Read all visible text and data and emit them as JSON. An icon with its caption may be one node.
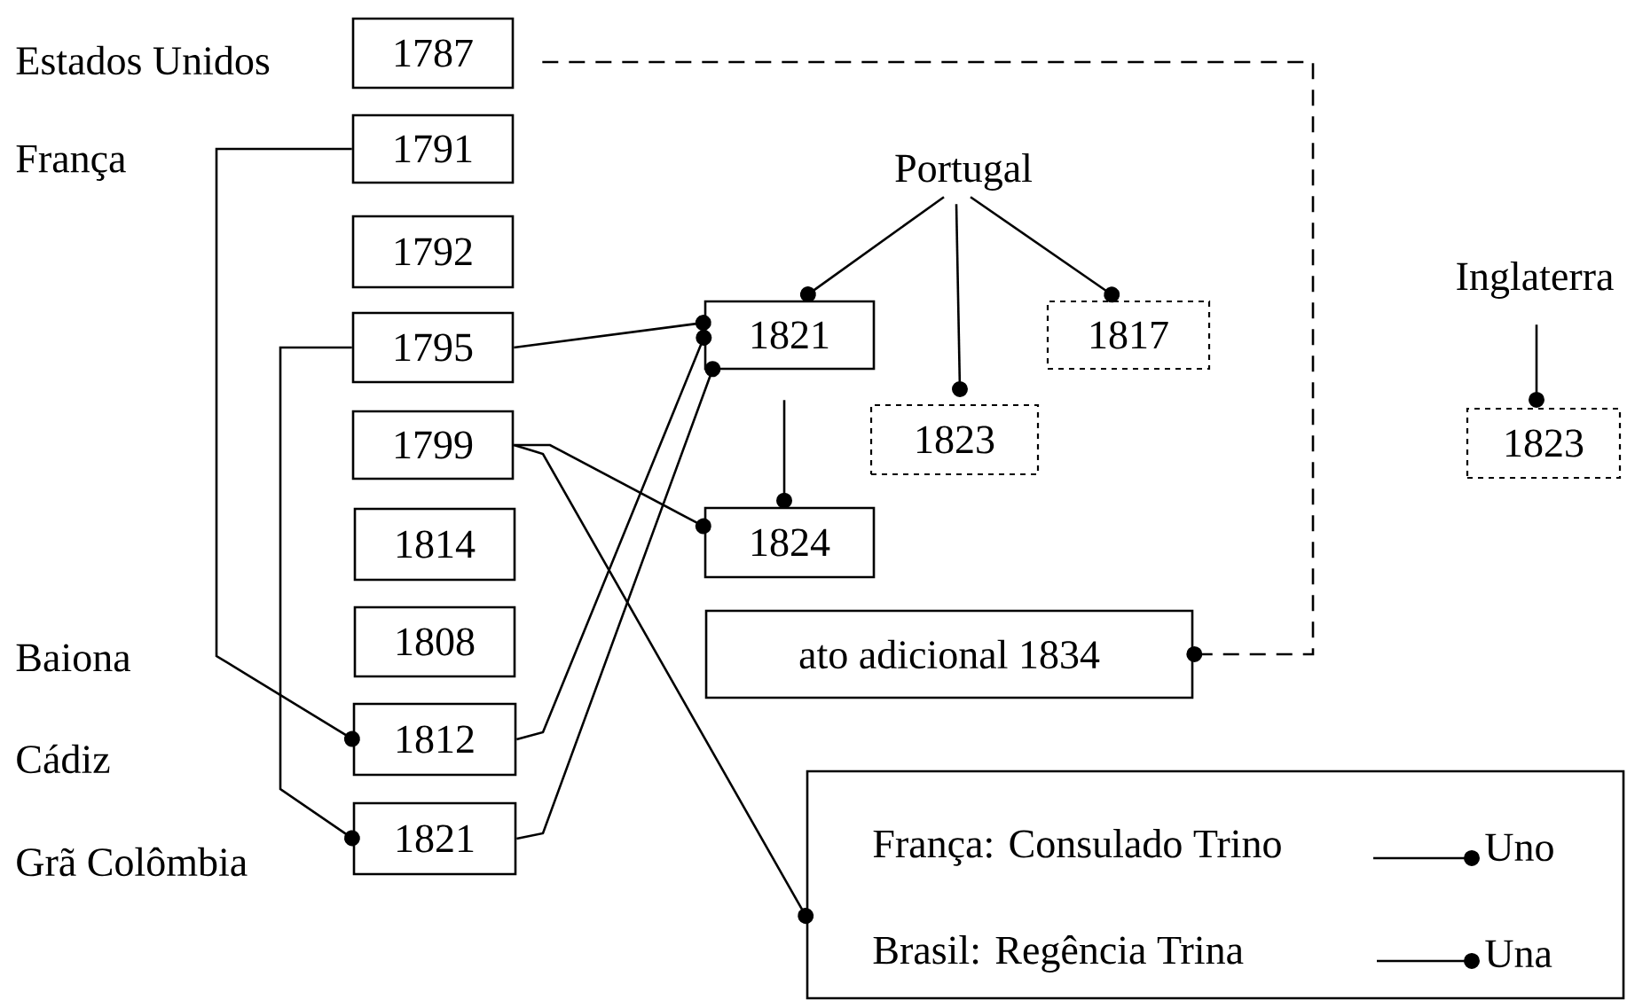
{
  "diagram": {
    "nodes": [
      {
        "text": [
          "1787"
        ]
      },
      {
        "text": [
          "1791"
        ]
      },
      {
        "text": [
          "1792"
        ]
      },
      {
        "text": [
          "1795"
        ]
      },
      {
        "text": [
          "1799"
        ]
      },
      {
        "text": [
          "1814"
        ]
      },
      {
        "text": [
          "1808"
        ]
      },
      {
        "text": [
          "1812"
        ]
      },
      {
        "text": [
          "1821"
        ]
      },
      {
        "text": [
          "Portugal"
        ]
      },
      {
        "text": [
          "1821"
        ]
      },
      {
        "text": [
          "1823"
        ]
      },
      {
        "text": [
          "1817"
        ]
      },
      {
        "text": [
          "1824"
        ]
      },
      {
        "text": [
          "ato adicional 1834"
        ]
      },
      {
        "text": [
          "Inglaterra"
        ]
      },
      {
        "text": [
          "1823"
        ]
      },
      {
        "text": [
          "França: Consulado Trino",
          "Uno",
          "Brasil: Regência Trina",
          "Una"
        ]
      }
    ],
    "edges": [
      {
        "from": 0,
        "to": 14,
        "arrow": "other",
        "style": "dashed"
      },
      {
        "from": 1,
        "to": 7,
        "arrow": "other"
      },
      {
        "from": 3,
        "to": 8,
        "arrow": "other"
      },
      {
        "from": 3,
        "to": 10,
        "arrow": "other"
      },
      {
        "from": 4,
        "to": 13,
        "arrow": "other"
      },
      {
        "from": 4,
        "to": 17,
        "arrow": "other"
      },
      {
        "from": 7,
        "to": 10,
        "arrow": "other"
      },
      {
        "from": 8,
        "to": 10,
        "arrow": "other"
      },
      {
        "from": 9,
        "to": 10,
        "arrow": "other"
      },
      {
        "from": 9,
        "to": 11,
        "arrow": "other"
      },
      {
        "from": 9,
        "to": 12,
        "arrow": "other"
      },
      {
        "from": 10,
        "to": 13,
        "arrow": "other"
      },
      {
        "from": 15,
        "to": 16,
        "arrow": "other"
      }
    ],
    "labels": [
      "Estados Unidos",
      "França",
      "Baiona",
      "Cádiz",
      "Grã Colômbia"
    ]
  }
}
